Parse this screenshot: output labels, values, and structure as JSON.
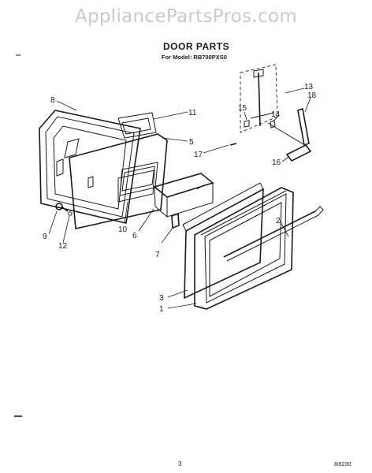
{
  "watermark": "AppliancePartsPros.com",
  "title": "DOOR PARTS",
  "subtitle": "For Model: RB700PXS0",
  "callouts": [
    "1",
    "2",
    "3",
    "5",
    "6",
    "7",
    "8",
    "9",
    "10",
    "11",
    "12",
    "13",
    "14",
    "15",
    "16",
    "17",
    "18"
  ],
  "page_number": "3",
  "drawing_code": "8I6230"
}
